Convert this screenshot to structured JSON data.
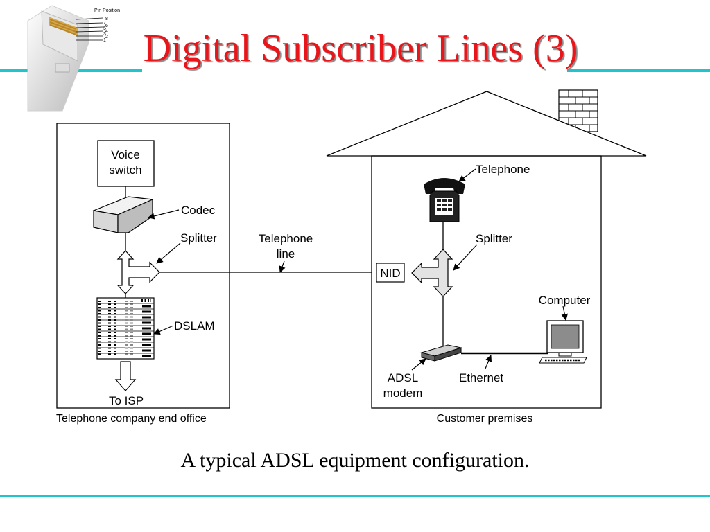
{
  "slide": {
    "title": "Digital Subscriber Lines (3)",
    "caption": "A typical ADSL equipment configuration.",
    "accent_color": "#1fc4cc",
    "title_color": "#e8161b"
  },
  "logo": {
    "icon": "rj45-connector-icon",
    "header": "Pin Position",
    "pins": [
      "8",
      "7",
      "6",
      "5",
      "4",
      "3",
      "2",
      "1"
    ]
  },
  "diagram": {
    "office": {
      "caption": "Telephone company end office",
      "voice_switch": [
        "Voice",
        "switch"
      ],
      "codec": "Codec",
      "splitter": "Splitter",
      "dslam": "DSLAM",
      "to_isp": "To ISP"
    },
    "line": {
      "label": [
        "Telephone",
        "line"
      ]
    },
    "house": {
      "caption": "Customer premises",
      "telephone": "Telephone",
      "splitter": "Splitter",
      "nid": "NID",
      "computer": "Computer",
      "adsl_modem": [
        "ADSL",
        "modem"
      ],
      "ethernet": "Ethernet"
    }
  }
}
